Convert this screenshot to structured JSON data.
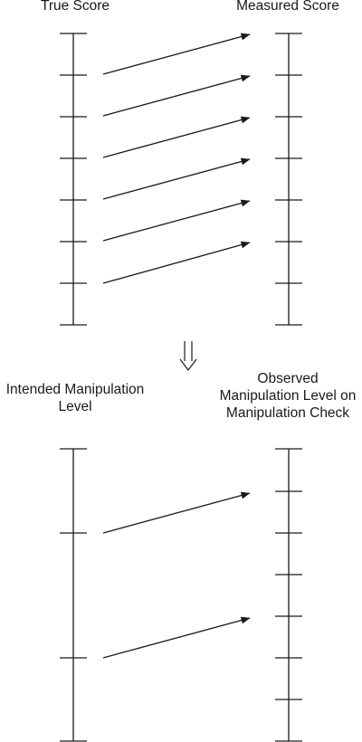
{
  "top": {
    "left_label": "True Score",
    "right_label": "Measured Score"
  },
  "bottom": {
    "left_label_lines": [
      "Intended Manipulation",
      "Level"
    ],
    "right_label_lines": [
      "Observed",
      "Manipulation Level on",
      "Manipulation Check"
    ]
  },
  "transition_icon": "double-down-arrow-icon",
  "line_color": "#1a1a1a"
}
